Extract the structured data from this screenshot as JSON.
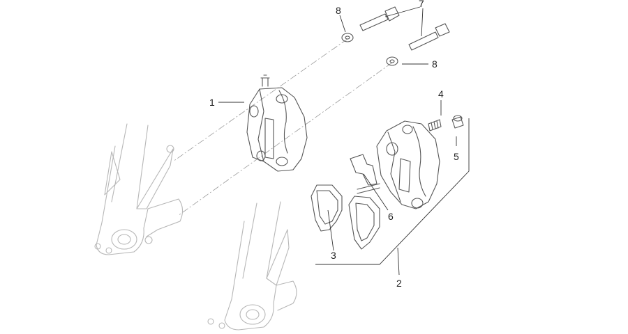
{
  "callouts": {
    "c1": "1",
    "c2": "2",
    "c3": "3",
    "c4": "4",
    "c5": "5",
    "c6": "6",
    "c7": "7",
    "c8a": "8",
    "c8b": "8"
  },
  "colors": {
    "line": "#555555",
    "faded": "#b7b7b7",
    "text": "#222222"
  }
}
